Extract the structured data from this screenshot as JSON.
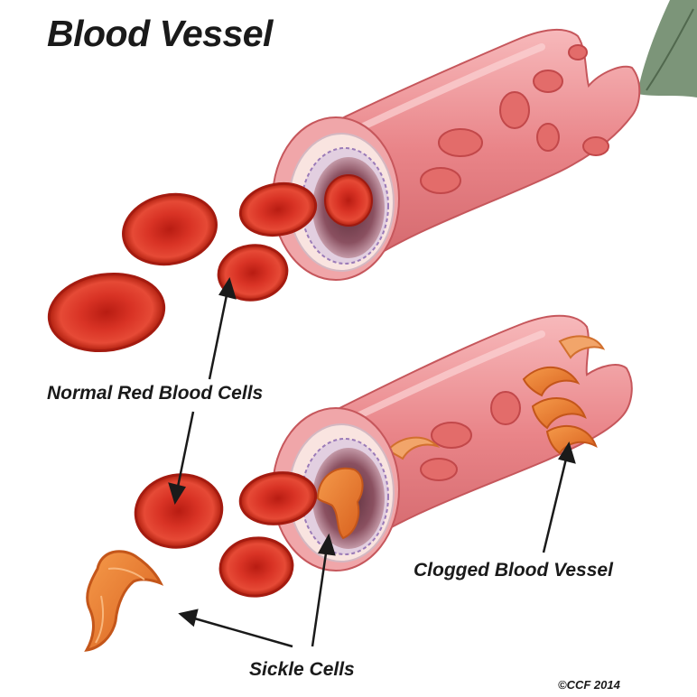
{
  "title": "Blood Vessel",
  "labels": {
    "normal": "Normal Red Blood Cells",
    "clogged": "Clogged Blood Vessel",
    "sickle": "Sickle Cells"
  },
  "credit": "©CCF 2014",
  "colors": {
    "vessel": "#e8868a",
    "vessel_light": "#f4b0b3",
    "rbc": "#d42a1e",
    "rbc_dark": "#9e1a10",
    "sickle": "#ec7a2e",
    "sickle_dark": "#c4561a",
    "leaf": "#6e8a6a"
  }
}
